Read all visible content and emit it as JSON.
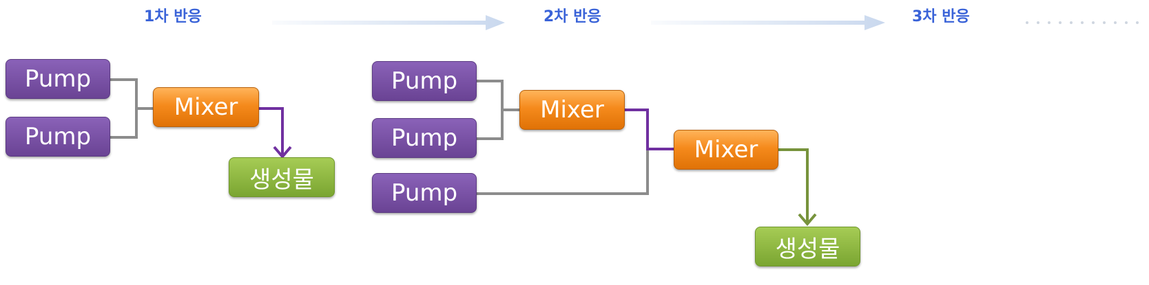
{
  "stages": [
    {
      "label": "1차 반응"
    },
    {
      "label": "2차 반응"
    },
    {
      "label": "3차 반응"
    }
  ],
  "stage1": {
    "pumps": [
      "Pump",
      "Pump"
    ],
    "mixer": "Mixer",
    "product": "생성물"
  },
  "stage2": {
    "pumps": [
      "Pump",
      "Pump",
      "Pump"
    ],
    "mixers": [
      "Mixer",
      "Mixer"
    ],
    "product": "생성물"
  },
  "colors": {
    "stage_label": "#3a63d8",
    "pump": "#7a51a8",
    "mixer": "#f58a1c",
    "product": "#8ab93f",
    "connector_gray": "#8c8c8c",
    "connector_purple": "#7030a0",
    "connector_green": "#77933c",
    "progress_arrow": "#c9d8ee"
  }
}
